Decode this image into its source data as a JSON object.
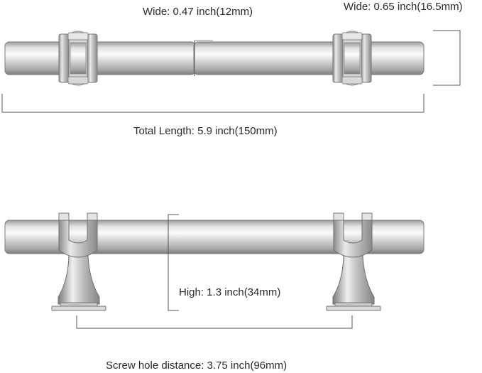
{
  "dimensions": {
    "bar_width": "Wide: 0.47 inch(12mm)",
    "clamp_width": "Wide: 0.65 inch(16.5mm)",
    "total_length": "Total Length: 5.9 inch(150mm)",
    "height": "High: 1.3 inch(34mm)",
    "screw_hole_distance": "Screw hole distance: 3.75 inch(96mm)"
  },
  "colors": {
    "metal_light": "#f4f4f4",
    "metal_mid": "#c9c9c9",
    "metal_dark": "#8a8a8a",
    "outline": "#6e6e6e",
    "dimension_line": "#555555"
  }
}
